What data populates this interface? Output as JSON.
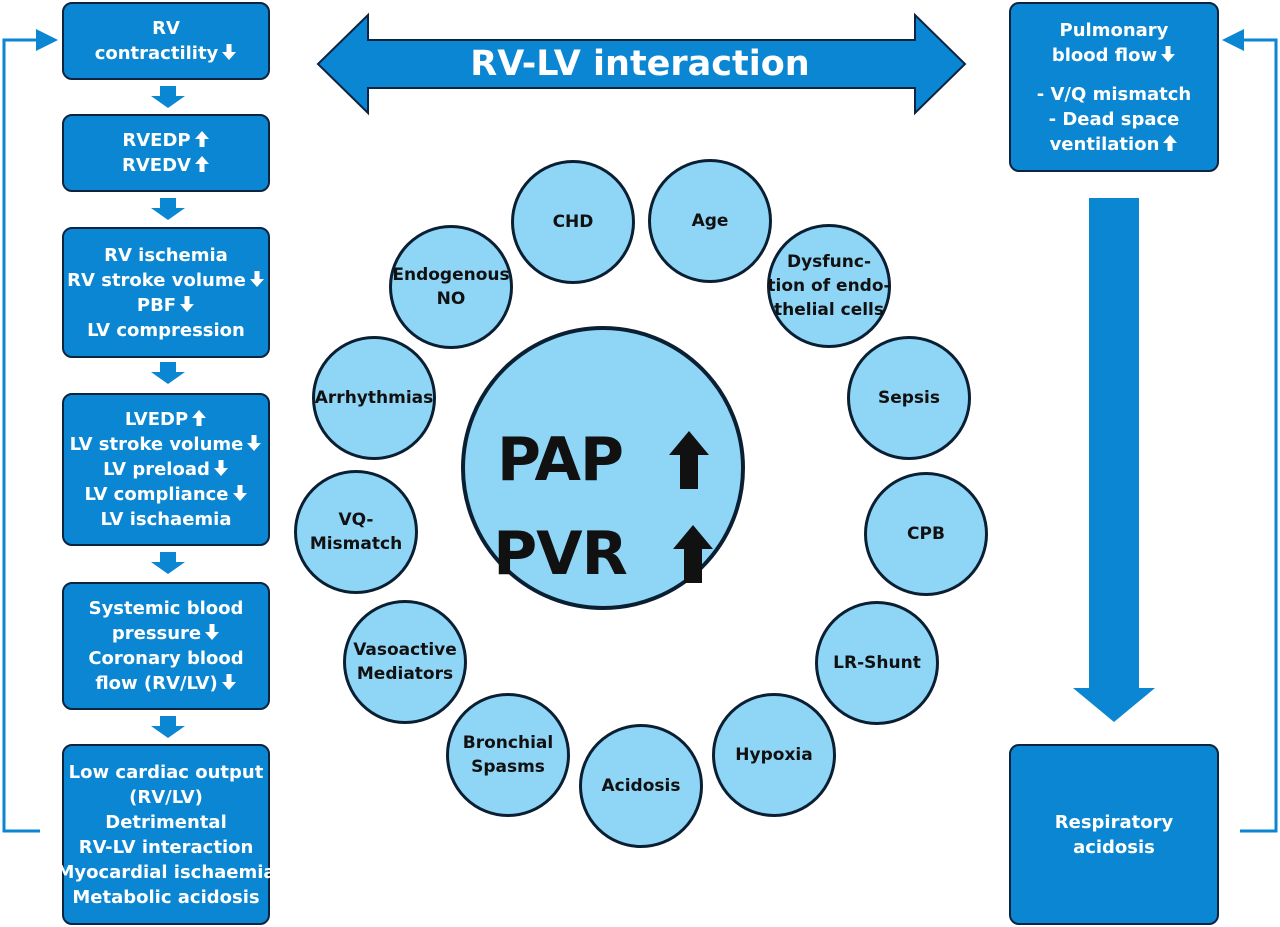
{
  "colors": {
    "box_fill": "#0a86d2",
    "box_border": "#0b2440",
    "circle_fill": "#8fd5f6",
    "circle_border": "#0b1f33",
    "arrow": "#0a86d2",
    "text_light": "#ffffff",
    "text_dark": "#111111"
  },
  "icons": {
    "down": "down-arrow-icon",
    "up": "up-arrow-icon",
    "flow": "block-arrow-icon"
  },
  "left_chain": [
    {
      "lines": [
        {
          "text": "RV"
        },
        {
          "text": "contractility",
          "arrow": "down"
        }
      ]
    },
    {
      "lines": [
        {
          "text": "RVEDP",
          "arrow": "up"
        },
        {
          "text": "RVEDV",
          "arrow": "up"
        }
      ]
    },
    {
      "lines": [
        {
          "text": "RV ischemia"
        },
        {
          "text": "RV stroke volume",
          "arrow": "down"
        },
        {
          "text": "PBF",
          "arrow": "down"
        },
        {
          "text": "LV compression"
        }
      ]
    },
    {
      "lines": [
        {
          "text": "LVEDP",
          "arrow": "up"
        },
        {
          "text": "LV stroke volume",
          "arrow": "down"
        },
        {
          "text": "LV preload",
          "arrow": "down"
        },
        {
          "text": "LV compliance",
          "arrow": "down"
        },
        {
          "text": "LV ischaemia"
        }
      ]
    },
    {
      "lines": [
        {
          "text": "Systemic blood"
        },
        {
          "text": "pressure",
          "arrow": "down"
        },
        {
          "text": "Coronary blood"
        },
        {
          "text": "flow (RV/LV)",
          "arrow": "down"
        }
      ]
    },
    {
      "lines": [
        {
          "text": "Low cardiac output"
        },
        {
          "text": "(RV/LV)"
        },
        {
          "text": "Detrimental"
        },
        {
          "text": "RV-LV interaction"
        },
        {
          "text": "Myocardial ischaemia"
        },
        {
          "text": "Metabolic acidosis"
        }
      ]
    }
  ],
  "right_top": {
    "lines": [
      {
        "text": "Pulmonary"
      },
      {
        "text": "blood flow",
        "arrow": "down"
      },
      {
        "text": ""
      },
      {
        "text": "- V/Q mismatch"
      },
      {
        "text": "- Dead space"
      },
      {
        "text": "ventilation",
        "arrow": "up"
      }
    ]
  },
  "right_bottom": {
    "lines": [
      {
        "text": "Respiratory"
      },
      {
        "text": "acidosis"
      }
    ]
  },
  "top_arrow": {
    "label": "RV-LV interaction"
  },
  "center": {
    "line1": "PAP",
    "line2": "PVR"
  },
  "factors": [
    {
      "lines": [
        "CHD"
      ]
    },
    {
      "lines": [
        "Age"
      ]
    },
    {
      "lines": [
        "Dysfunc-",
        "tion of endo-",
        "thelial cells"
      ]
    },
    {
      "lines": [
        "Sepsis"
      ]
    },
    {
      "lines": [
        "CPB"
      ]
    },
    {
      "lines": [
        "LR-Shunt"
      ]
    },
    {
      "lines": [
        "Hypoxia"
      ]
    },
    {
      "lines": [
        "Acidosis"
      ]
    },
    {
      "lines": [
        "Bronchial",
        "Spasms"
      ]
    },
    {
      "lines": [
        "Vasoactive",
        "Mediators"
      ]
    },
    {
      "lines": [
        "VQ-",
        "Mismatch"
      ]
    },
    {
      "lines": [
        "Arrhythmias"
      ]
    },
    {
      "lines": [
        "Endogenous",
        "NO"
      ]
    }
  ]
}
